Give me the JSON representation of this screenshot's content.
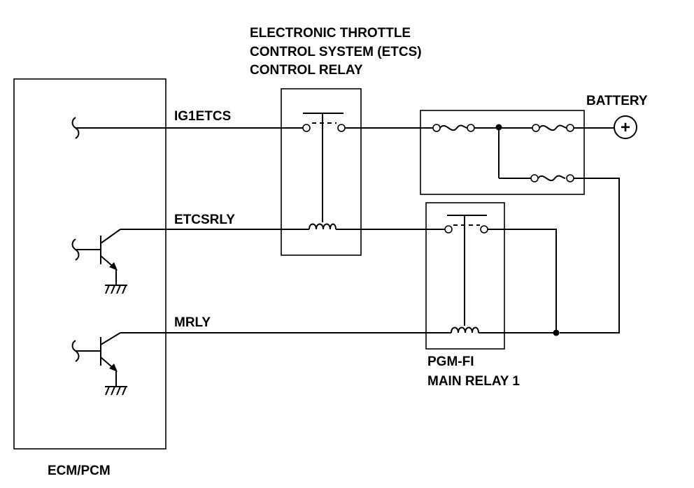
{
  "labels": {
    "etcs_relay": [
      "ELECTRONIC THROTTLE",
      "CONTROL SYSTEM (ETCS)",
      "CONTROL RELAY"
    ],
    "battery": "BATTERY",
    "ig1etcs": "IG1ETCS",
    "etcsrly": "ETCSRLY",
    "mrly": "MRLY",
    "pgm_fi": [
      "PGM-FI",
      "MAIN RELAY 1"
    ],
    "ecm": "ECM/PCM"
  },
  "battery_symbol": "+"
}
